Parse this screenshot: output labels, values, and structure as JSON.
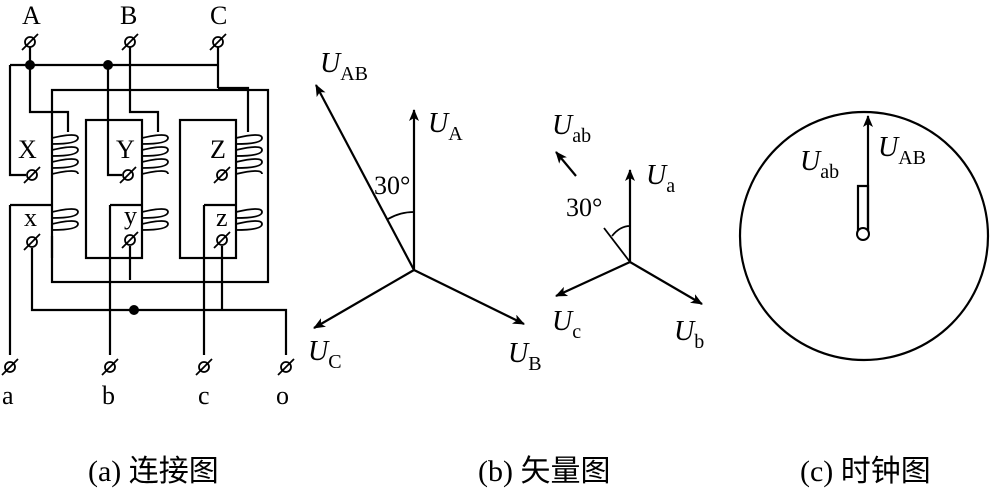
{
  "panel_a": {
    "top_terminals": [
      "A",
      "B",
      "C"
    ],
    "primary_ends": [
      "X",
      "Y",
      "Z"
    ],
    "secondary_ends": [
      "x",
      "y",
      "z"
    ],
    "bottom_terminals": [
      "a",
      "b",
      "c",
      "o"
    ],
    "caption": "(a) 连接图"
  },
  "panel_b": {
    "vectors": {
      "UAB": {
        "sym": "U",
        "sub": "AB"
      },
      "UA": {
        "sym": "U",
        "sub": "A"
      },
      "UB": {
        "sym": "U",
        "sub": "B"
      },
      "UC": {
        "sym": "U",
        "sub": "C"
      },
      "Uab": {
        "sym": "U",
        "sub": "ab"
      },
      "Ua": {
        "sym": "U",
        "sub": "a"
      },
      "Ub": {
        "sym": "U",
        "sub": "b"
      },
      "Uc": {
        "sym": "U",
        "sub": "c"
      }
    },
    "angle_1": "30°",
    "angle_2": "30°",
    "caption": "(b) 矢量图"
  },
  "panel_c": {
    "hand_long": {
      "sym": "U",
      "sub": "AB"
    },
    "hand_short": {
      "sym": "U",
      "sub": "ab"
    },
    "caption": "(c) 时钟图"
  }
}
